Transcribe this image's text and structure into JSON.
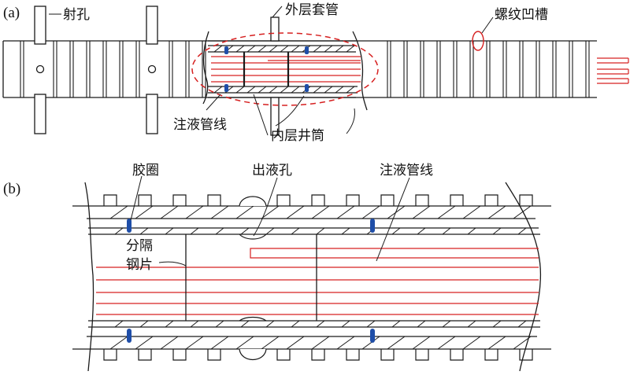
{
  "panel_a": {
    "tag": "(a)",
    "perforation": "射孔",
    "outer_casing": "外层套管",
    "thread_groove": "螺纹凹槽",
    "injection_line": "注液管线",
    "inner_wellbore": "内层井筒"
  },
  "panel_b": {
    "tag": "(b)",
    "rubber_ring": "胶圈",
    "outlet_hole": "出液孔",
    "injection_line": "注液管线",
    "spacer_line1": "分隔",
    "spacer_line2": "钢片"
  },
  "colors": {
    "outline": "#1a1a1a",
    "injection_line": "#d62020",
    "rubber_ring": "#1f4ea8",
    "highlight_ellipse": "#d62020"
  }
}
